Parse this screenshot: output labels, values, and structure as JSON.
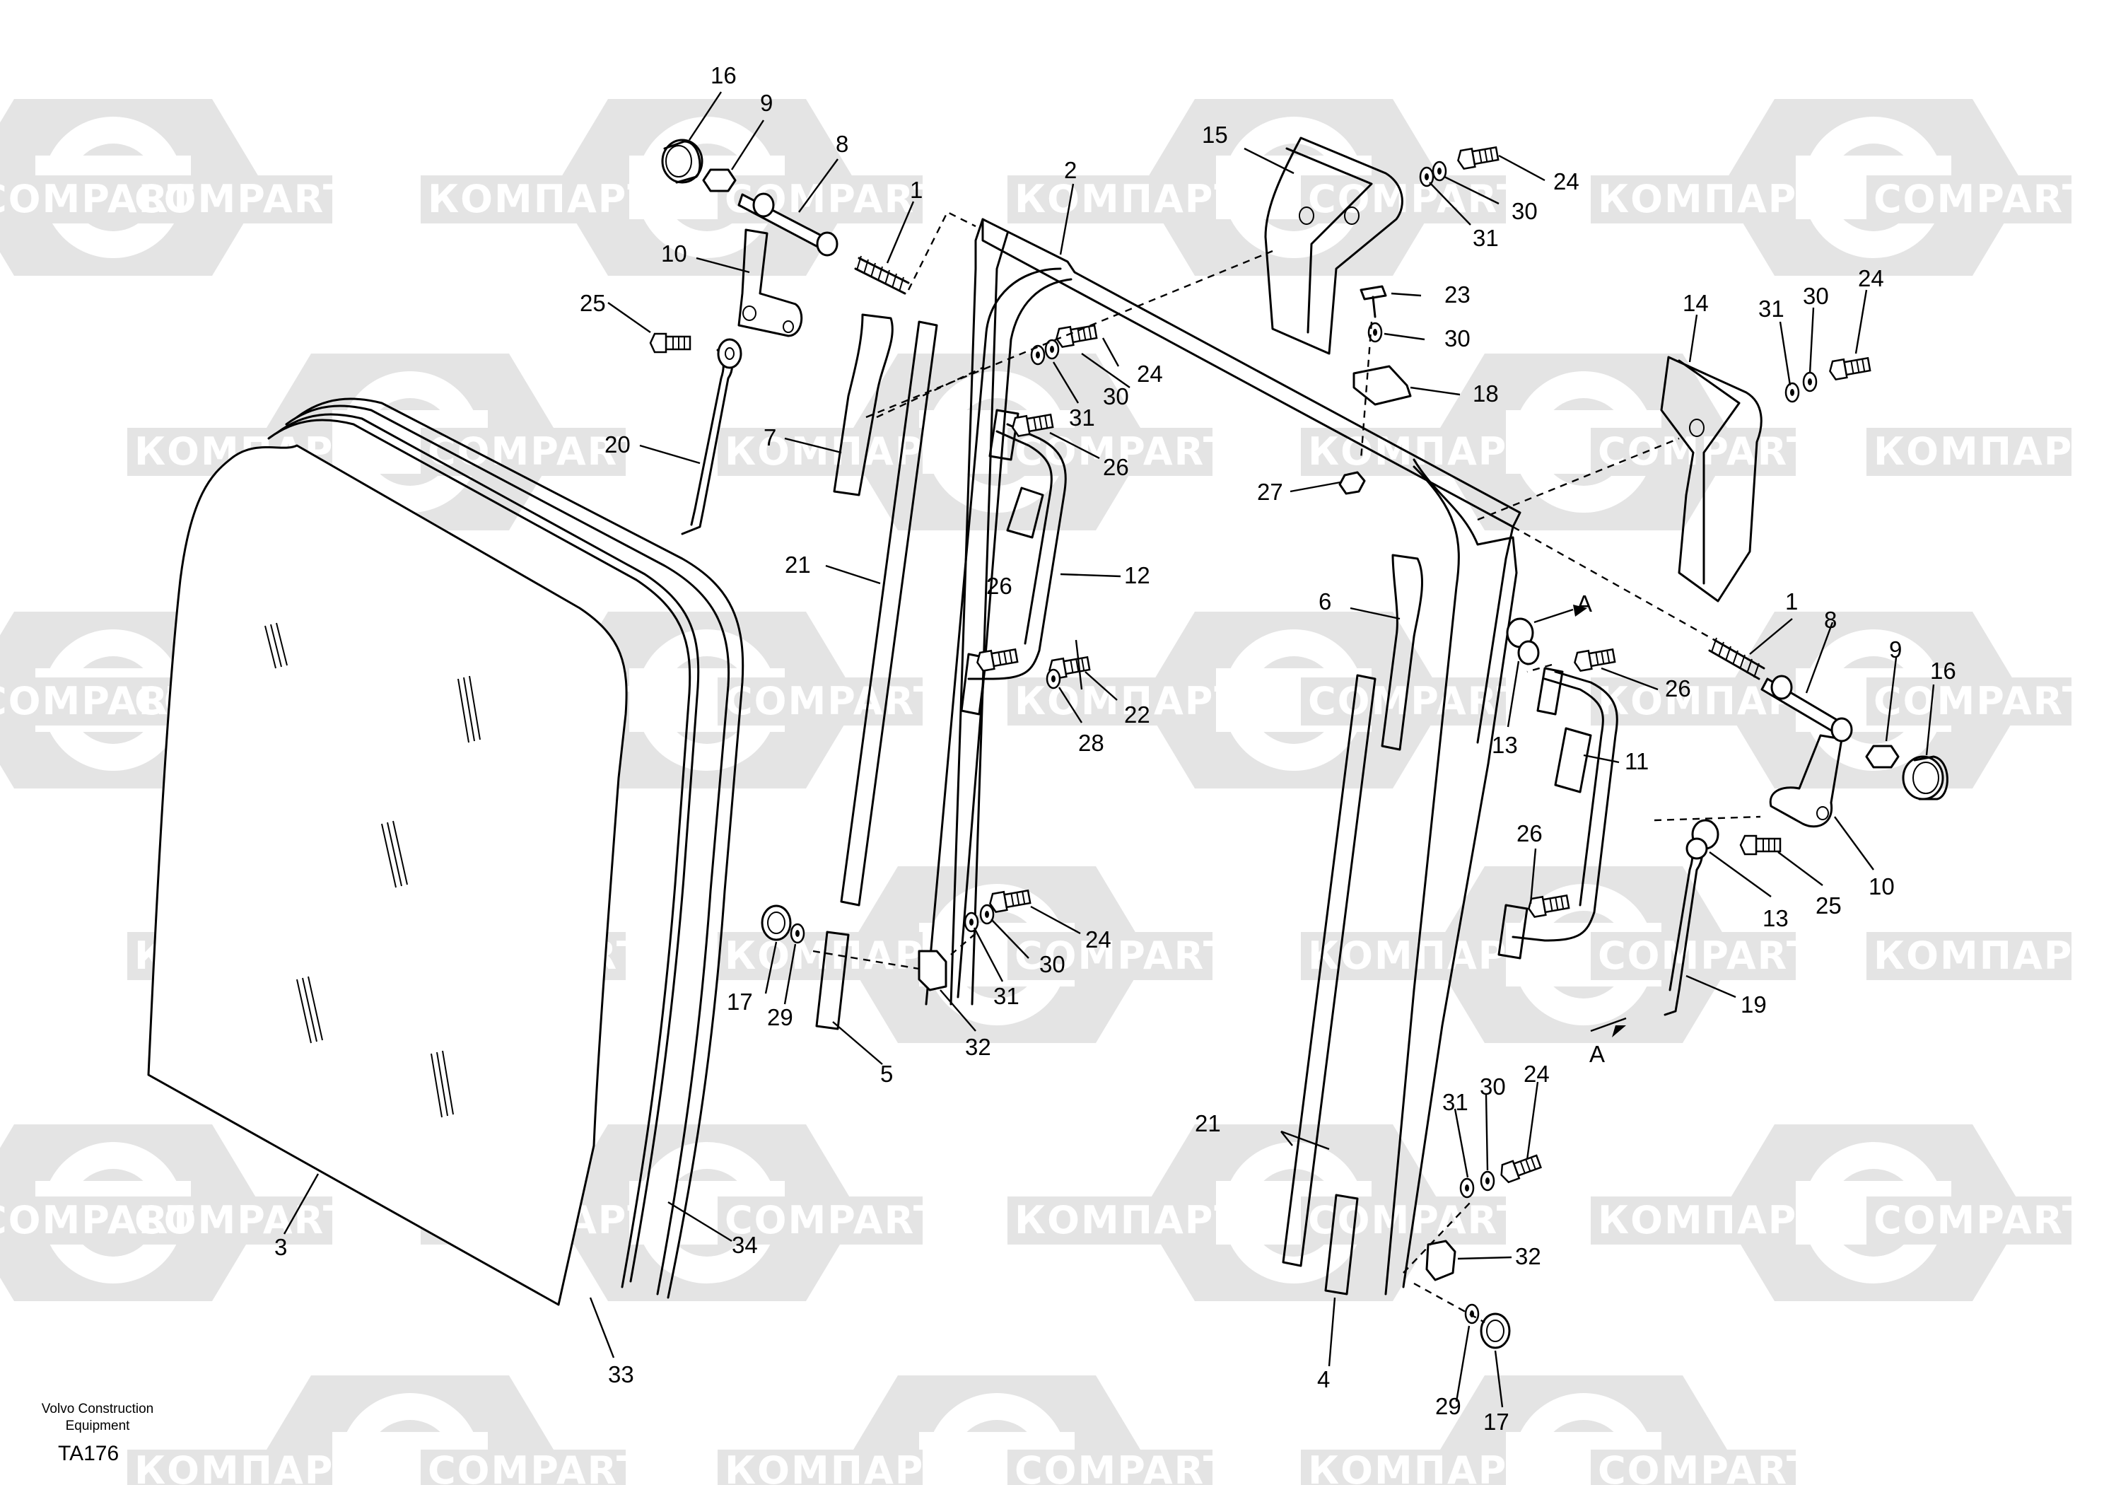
{
  "watermarks": {
    "latin": "COMPART",
    "cyrillic": "КОМПАРТ"
  },
  "footer": {
    "maker_line1": "Volvo Construction",
    "maker_line2": "Equipment",
    "drawing_code": "TA176"
  },
  "view_marker": "A",
  "callouts": {
    "c1a": "1",
    "c1b": "1",
    "c2": "2",
    "c3": "3",
    "c4": "4",
    "c5": "5",
    "c6": "6",
    "c7": "7",
    "c8a": "8",
    "c8b": "8",
    "c9a": "9",
    "c9b": "9",
    "c10a": "10",
    "c10b": "10",
    "c11": "11",
    "c12": "12",
    "c13a": "13",
    "c13b": "13",
    "c14": "14",
    "c15": "15",
    "c16a": "16",
    "c16b": "16",
    "c17a": "17",
    "c17b": "17",
    "c18": "18",
    "c19": "19",
    "c20": "20",
    "c21a": "21",
    "c21b": "21",
    "c22": "22",
    "c23": "23",
    "c24a": "24",
    "c24b": "24",
    "c24c": "24",
    "c24d": "24",
    "c24e": "24",
    "c25a": "25",
    "c25b": "25",
    "c26a": "26",
    "c26b": "26",
    "c26c": "26",
    "c26d": "26",
    "c27": "27",
    "c28": "28",
    "c29a": "29",
    "c29b": "29",
    "c30a": "30",
    "c30b": "30",
    "c30c": "30",
    "c30d": "30",
    "c30e": "30",
    "c30f": "30",
    "c31a": "31",
    "c31b": "31",
    "c31c": "31",
    "c31d": "31",
    "c31e": "31",
    "c32a": "32",
    "c32b": "32",
    "c33": "33",
    "c34": "34"
  }
}
